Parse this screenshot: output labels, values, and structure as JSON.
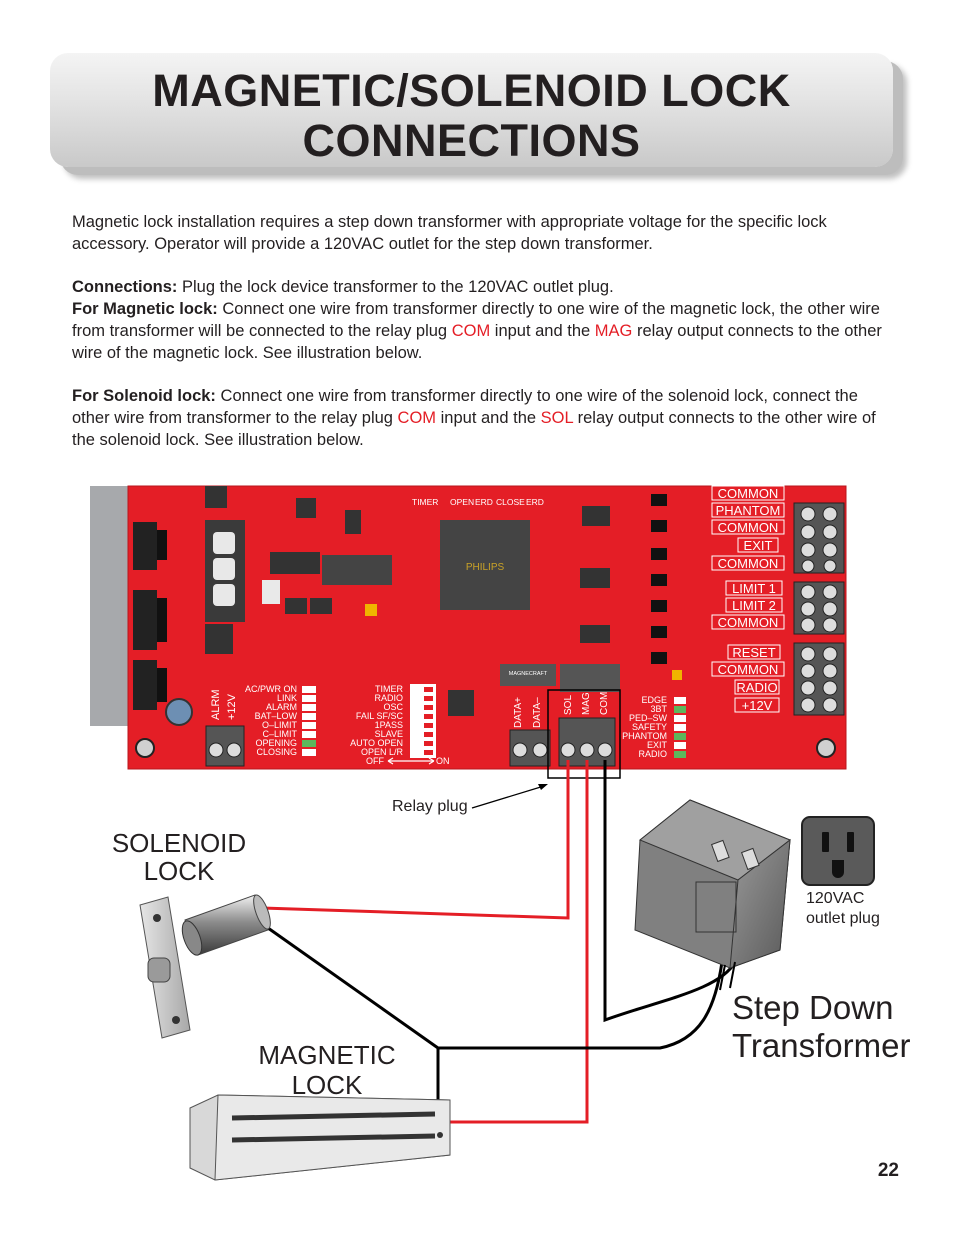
{
  "title": {
    "line1": "MAGNETIC/SOLENOID LOCK",
    "line2": "CONNECTIONS"
  },
  "intro": {
    "paragraph1": "Magnetic lock installation requires a step down transformer with appropriate voltage for the specific lock accessory. Operator will provide a 120VAC outlet for the step down transformer.",
    "connections_label": "Connections:",
    "connections_text": " Plug the lock device transformer to the 120VAC outlet plug.",
    "mag_label": "For Magnetic lock:",
    "mag_text_1": " Connect one wire from transformer directly to one wire of the magnetic lock, the other wire from transformer will be connected to the relay plug ",
    "mag_com": "COM",
    "mag_text_2": " input and the ",
    "mag_mag": "MAG",
    "mag_text_3": " relay output connects to the other wire of the magnetic lock. See illustration below.",
    "sol_label": "For Solenoid lock:",
    "sol_text_1": " Connect one wire from transformer directly to one wire of the solenoid lock, connect the other wire from transformer to the relay plug ",
    "sol_com": "COM",
    "sol_text_2": " input and the ",
    "sol_sol": "SOL",
    "sol_text_3": " relay output connects to the other wire of the solenoid lock. See illustration below."
  },
  "board": {
    "right_terminals": [
      "COMMON",
      "PHANTOM",
      "COMMON",
      "EXIT",
      "COMMON",
      "LIMIT 1",
      "LIMIT 2",
      "COMMON",
      "RESET",
      "COMMON",
      "RADIO",
      "+12V"
    ],
    "status_leds": [
      "AC/PWR ON",
      "LINK",
      "ALARM",
      "BAT–LOW",
      "O–LIMIT",
      "C–LIMIT",
      "OPENING",
      "CLOSING"
    ],
    "dip_switches": [
      "TIMER",
      "RADIO",
      "OSC",
      "FAIL SF/SC",
      "1PASS",
      "SLAVE",
      "AUTO OPEN",
      "OPEN L/R"
    ],
    "input_leds": [
      "EDGE",
      "3BT",
      "PED–SW",
      "SAFETY",
      "PHANTOM",
      "EXIT",
      "RADIO"
    ],
    "switch_off": "OFF",
    "switch_on": "ON",
    "top_labels": [
      "TIMER",
      "OPEN",
      "ERD",
      "CLOSE",
      "ERD"
    ],
    "alrm": "ALRM",
    "plus12": "+12V",
    "data_plus": "DATA+",
    "data_minus": "DATA–",
    "relay_sol": "SOL",
    "relay_mag": "MAG",
    "relay_com": "COM",
    "chip_brand": "PHILIPS",
    "chip_small": "MAGNECRAFT"
  },
  "labels": {
    "relay_plug": "Relay plug",
    "solenoid_1": "SOLENOID",
    "solenoid_2": "LOCK",
    "magnetic_1": "MAGNETIC",
    "magnetic_2": "LOCK",
    "step_1": "Step Down",
    "step_2": "Transformer",
    "outlet_1": "120VAC",
    "outlet_2": "outlet plug"
  },
  "page_number": "22",
  "colors": {
    "board_red": "#e41e26",
    "wire_red": "#e41e26",
    "wire_black": "#000000",
    "highlight_red": "#e41e26"
  }
}
